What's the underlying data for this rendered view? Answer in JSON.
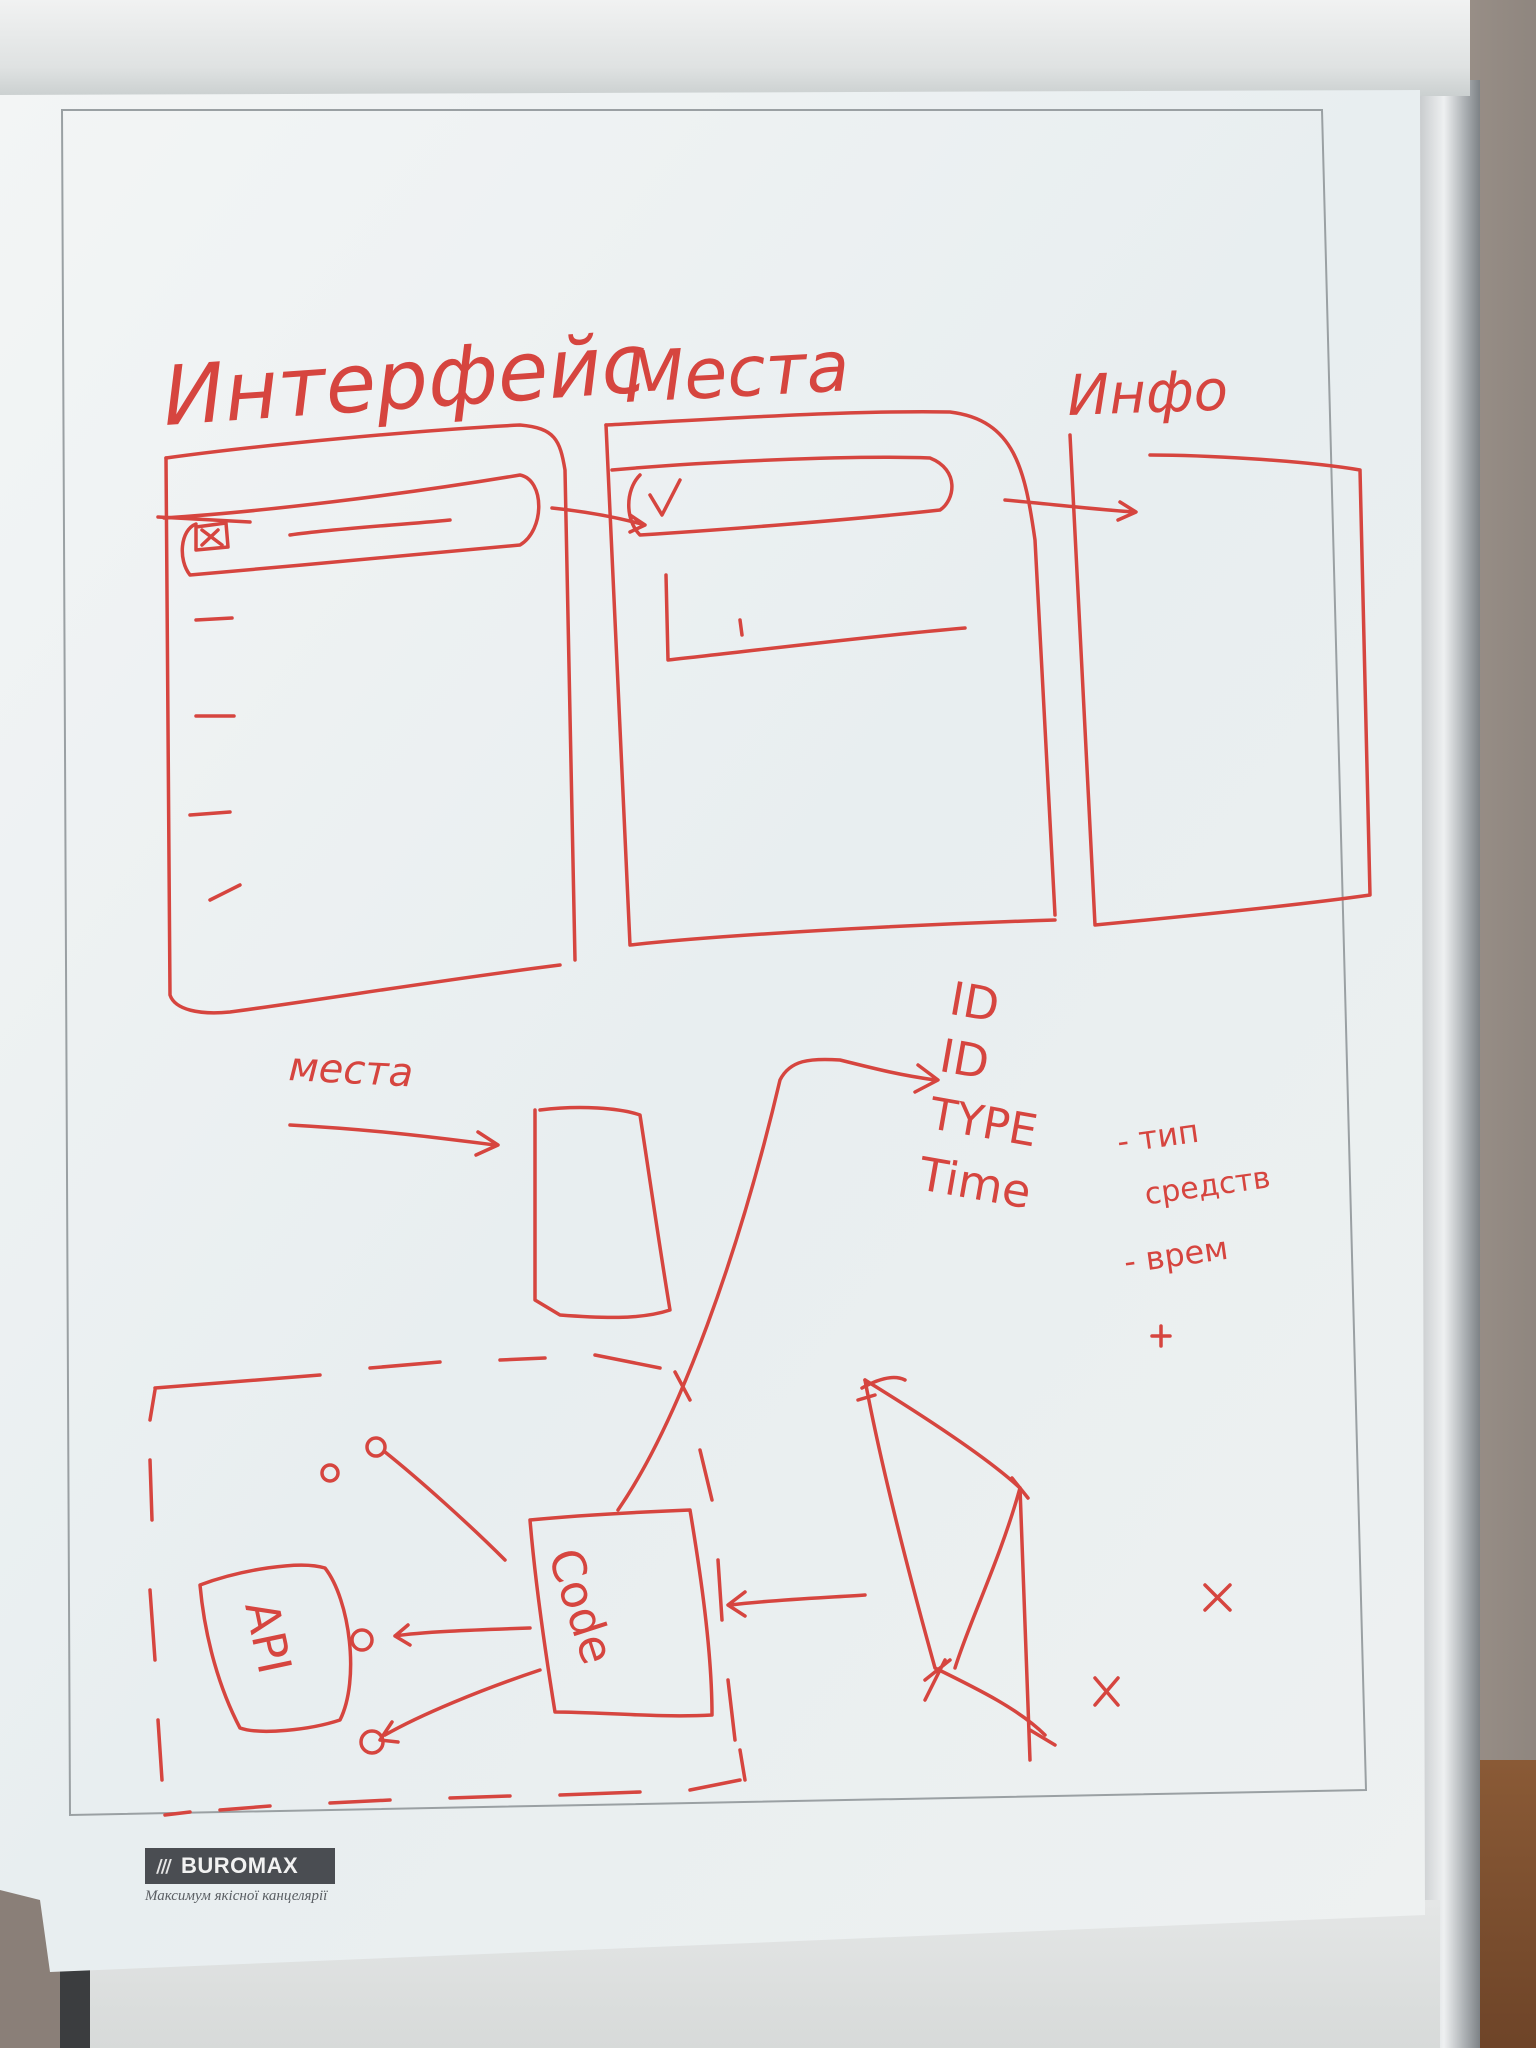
{
  "sketch": {
    "panel_titles": [
      "Интерфейс",
      "Места",
      "Инфо"
    ],
    "arrow_label": "места",
    "id_list": [
      "ID",
      "ID",
      "TYPE",
      "Time"
    ],
    "annotations": [
      "- тип",
      "средств",
      "- врем"
    ],
    "box_label_code": "Code",
    "box_label_api": "API"
  },
  "branding": {
    "logo": "BUROMAX",
    "tagline": "Максимум якісної канцелярії"
  },
  "colors": {
    "ink": "#d6453f",
    "paper": "#eef1f1",
    "logo_bg": "#4a4d52"
  }
}
